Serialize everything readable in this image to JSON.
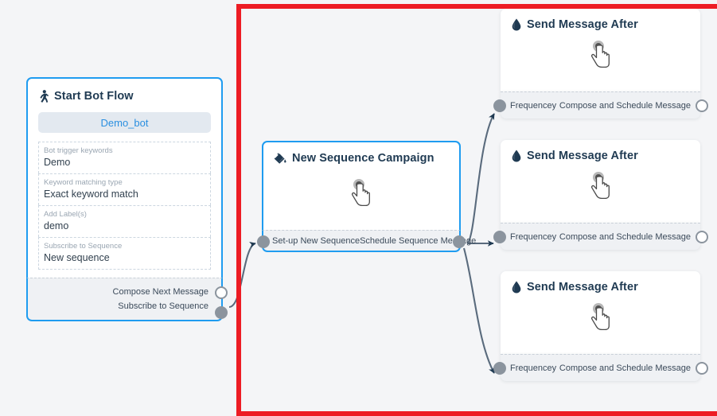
{
  "canvas": {
    "background_color": "#f4f5f7",
    "selection_frame_color": "#ed1c24",
    "accent_color": "#1f9cf0",
    "port_color": "#8b949e",
    "edge_color": "#5a6b7d"
  },
  "nodes": {
    "start": {
      "icon": "running-person-icon",
      "title": "Start Bot Flow",
      "bot_pill_label": "Demo_bot",
      "fields": [
        {
          "label": "Bot trigger keywords",
          "value": "Demo"
        },
        {
          "label": "Keyword matching type",
          "value": "Exact keyword match"
        },
        {
          "label": "Add Label(s)",
          "value": "demo"
        },
        {
          "label": "Subscribe to Sequence",
          "value": "New sequence"
        }
      ],
      "ports": [
        {
          "name": "Compose Next Message",
          "style": "hollow"
        },
        {
          "name": "Subscribe to Sequence",
          "style": "filled"
        }
      ]
    },
    "sequence": {
      "icon": "paint-bucket-icon",
      "title": "New Sequence Campaign",
      "body_icon": "pointing-hand-cursor",
      "input_port_label": "Set-up New Sequence",
      "output_port_label": "Schedule Sequence Message"
    },
    "messages": [
      {
        "icon": "water-drop-icon",
        "title": "Send Message After",
        "body_icon": "pointing-hand-cursor",
        "input_port_label": "Frequencey",
        "output_port_label": "Compose and Schedule Message"
      },
      {
        "icon": "water-drop-icon",
        "title": "Send Message After",
        "body_icon": "pointing-hand-cursor",
        "input_port_label": "Frequencey",
        "output_port_label": "Compose and Schedule Message"
      },
      {
        "icon": "water-drop-icon",
        "title": "Send Message After",
        "body_icon": "pointing-hand-cursor",
        "input_port_label": "Frequencey",
        "output_port_label": "Compose and Schedule Message"
      }
    ]
  }
}
